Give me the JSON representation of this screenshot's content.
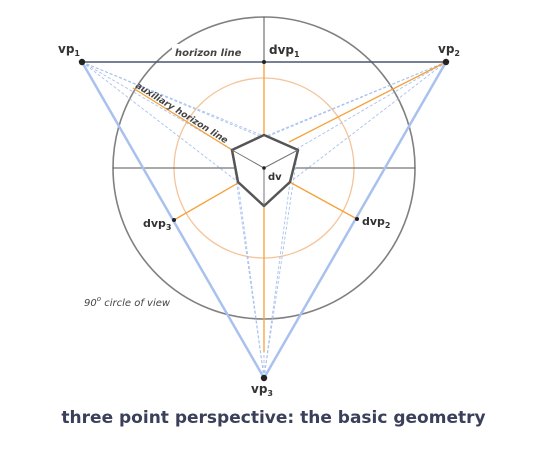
{
  "diagram": {
    "labels": {
      "vp1": {
        "main": "vp",
        "sub": "1"
      },
      "vp2": {
        "main": "vp",
        "sub": "2"
      },
      "vp3": {
        "main": "vp",
        "sub": "3"
      },
      "dvp1": {
        "main": "dvp",
        "sub": "1"
      },
      "dvp2": {
        "main": "dvp",
        "sub": "2"
      },
      "dvp3": {
        "main": "dvp",
        "sub": "3"
      },
      "dv": "dv",
      "horizon_line": "horizon line",
      "auxiliary_horizon_line": "auxiliary horizon line",
      "circle_of_view": {
        "number": "90",
        "degree": "o",
        "text": " circle of view"
      }
    },
    "caption": "three point perspective: the basic geometry",
    "colors": {
      "circle": "#808080",
      "inner_circle": "#f5c49a",
      "blue_lines": "#a9c1ee",
      "orange_lines": "#f5a23a",
      "horizon": "#4a5570",
      "cube": "#555555",
      "caption": "#3a3f5a"
    }
  }
}
